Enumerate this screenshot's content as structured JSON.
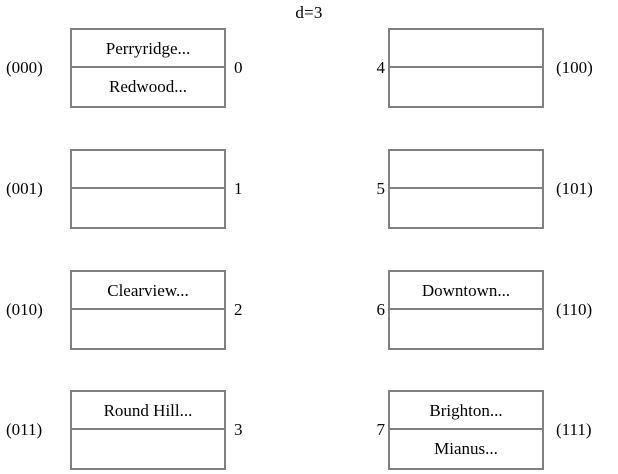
{
  "figure": {
    "title": "d=3",
    "type": "extendable-hash-bucket-table",
    "bucket_capacity": 2,
    "colors": {
      "border": "#808080",
      "text": "#000000",
      "background": "#ffffff"
    }
  },
  "buckets": [
    {
      "index": "0",
      "binary": "(000)",
      "column": "left",
      "slots": [
        "Perryridge...",
        "Redwood..."
      ]
    },
    {
      "index": "1",
      "binary": "(001)",
      "column": "left",
      "slots": [
        "",
        ""
      ]
    },
    {
      "index": "2",
      "binary": "(010)",
      "column": "left",
      "slots": [
        "Clearview...",
        ""
      ]
    },
    {
      "index": "3",
      "binary": "(011)",
      "column": "left",
      "slots": [
        "Round Hill...",
        ""
      ]
    },
    {
      "index": "4",
      "binary": "(100)",
      "column": "right",
      "slots": [
        "",
        ""
      ]
    },
    {
      "index": "5",
      "binary": "(101)",
      "column": "right",
      "slots": [
        "",
        ""
      ]
    },
    {
      "index": "6",
      "binary": "(110)",
      "column": "right",
      "slots": [
        "Downtown...",
        ""
      ]
    },
    {
      "index": "7",
      "binary": "(111)",
      "column": "right",
      "slots": [
        "Brighton...",
        "Mianus..."
      ]
    }
  ]
}
